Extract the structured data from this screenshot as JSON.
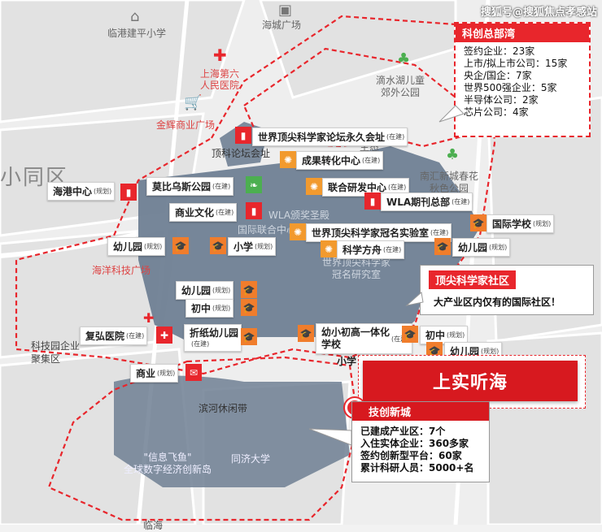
{
  "watermark": "搜狐号@搜狐焦点孝感站",
  "colors": {
    "accent": "#e8262c",
    "district": "#6f7f93",
    "ring": "#e8262c"
  },
  "base_labels": {
    "linggang_school": "临港建平小学",
    "haicheng_plaza": "海城广场",
    "hospital": "上海第六\n人民医院",
    "jinhui": "金辉商业广场",
    "district": "小同区",
    "dishui_park": "滴水湖儿童\n郊外公园",
    "ecology": "生态",
    "nanhui_park": "南汇新城春花\n秋色公园",
    "forum_hall": "顶科论坛会址",
    "haiyang_plaza": "海洋科技广场",
    "tech_park": "科技园企业\n聚集区",
    "binhe": "滨河休闲带",
    "xinxi": "\"信息飞鱼\"\n全球数字经济创新岛",
    "tongji": "同济大学",
    "wla": "WLA颁奖圣殿",
    "intl_center": "国际联合中心",
    "lab_inst": "世界顶尖科学家\n冠名研究室",
    "xiao_hidden": "小学",
    "linhai": "临海"
  },
  "pois": [
    {
      "name": "世界顶尖科学家论坛永久会址",
      "tag": "(在建)",
      "icon": "building-icon"
    },
    {
      "name": "成果转化中心",
      "tag": "(在建)",
      "icon": "atom-icon"
    },
    {
      "name": "海港中心",
      "tag": "(规划)",
      "icon": "building-icon"
    },
    {
      "name": "莫比乌斯公园",
      "tag": "(在建)",
      "icon": "leaf-icon"
    },
    {
      "name": "联合研发中心",
      "tag": "(在建)",
      "icon": "atom-icon"
    },
    {
      "name": "WLA期刊总部",
      "tag": "(在建)",
      "icon": "building-icon"
    },
    {
      "name": "商业文化",
      "tag": "(在建)",
      "icon": "building-icon"
    },
    {
      "name": "世界顶尖科学家冠名实验室",
      "tag": "(在建)",
      "icon": "atom-icon"
    },
    {
      "name": "国际学校",
      "tag": "(规划)",
      "icon": "school-icon"
    },
    {
      "name": "幼儿园",
      "tag": "(规划)",
      "icon": "school-icon"
    },
    {
      "name": "小学",
      "tag": "(规划)",
      "icon": "school-icon"
    },
    {
      "name": "科学方舟",
      "tag": "(在建)",
      "icon": "atom-icon"
    },
    {
      "name": "幼儿园",
      "tag": "(规划)",
      "icon": "school-icon"
    },
    {
      "name": "幼儿园",
      "tag": "(规划)",
      "icon": "school-icon"
    },
    {
      "name": "初中",
      "tag": "(规划)",
      "icon": "school-icon"
    },
    {
      "name": "复弘医院",
      "tag": "(在建)",
      "icon": "hospital-icon"
    },
    {
      "name": "折纸幼儿园",
      "tag": "(在建)",
      "icon": "school-icon"
    },
    {
      "name": "幼小初高一体化\n学校",
      "tag": "(在建)",
      "icon": "school-icon"
    },
    {
      "name": "初中",
      "tag": "(规划)",
      "icon": "school-icon"
    },
    {
      "name": "幼儿园",
      "tag": "(规划)",
      "icon": "school-icon"
    },
    {
      "name": "商业",
      "tag": "(规划)",
      "icon": "shop-icon"
    }
  ],
  "hq_panel": {
    "title": "科创总部湾",
    "rows": [
      "签约企业：23家",
      "上市/拟上市公司：15家",
      "央企/国企：7家",
      "世界500强企业：5家",
      "半导体公司：2家",
      "芯片公司：4家"
    ]
  },
  "community_panel": {
    "title": "顶尖科学家社区",
    "subtitle": "大产业区内仅有的国际社区！"
  },
  "highlight": {
    "title": "上实听海"
  },
  "tech_city_panel": {
    "title": "技创新城",
    "rows": [
      "已建成产业区：7个",
      "入住实体企业：360多家",
      "签约创新型平台：60家",
      "累计科研人员：5000+名"
    ]
  }
}
